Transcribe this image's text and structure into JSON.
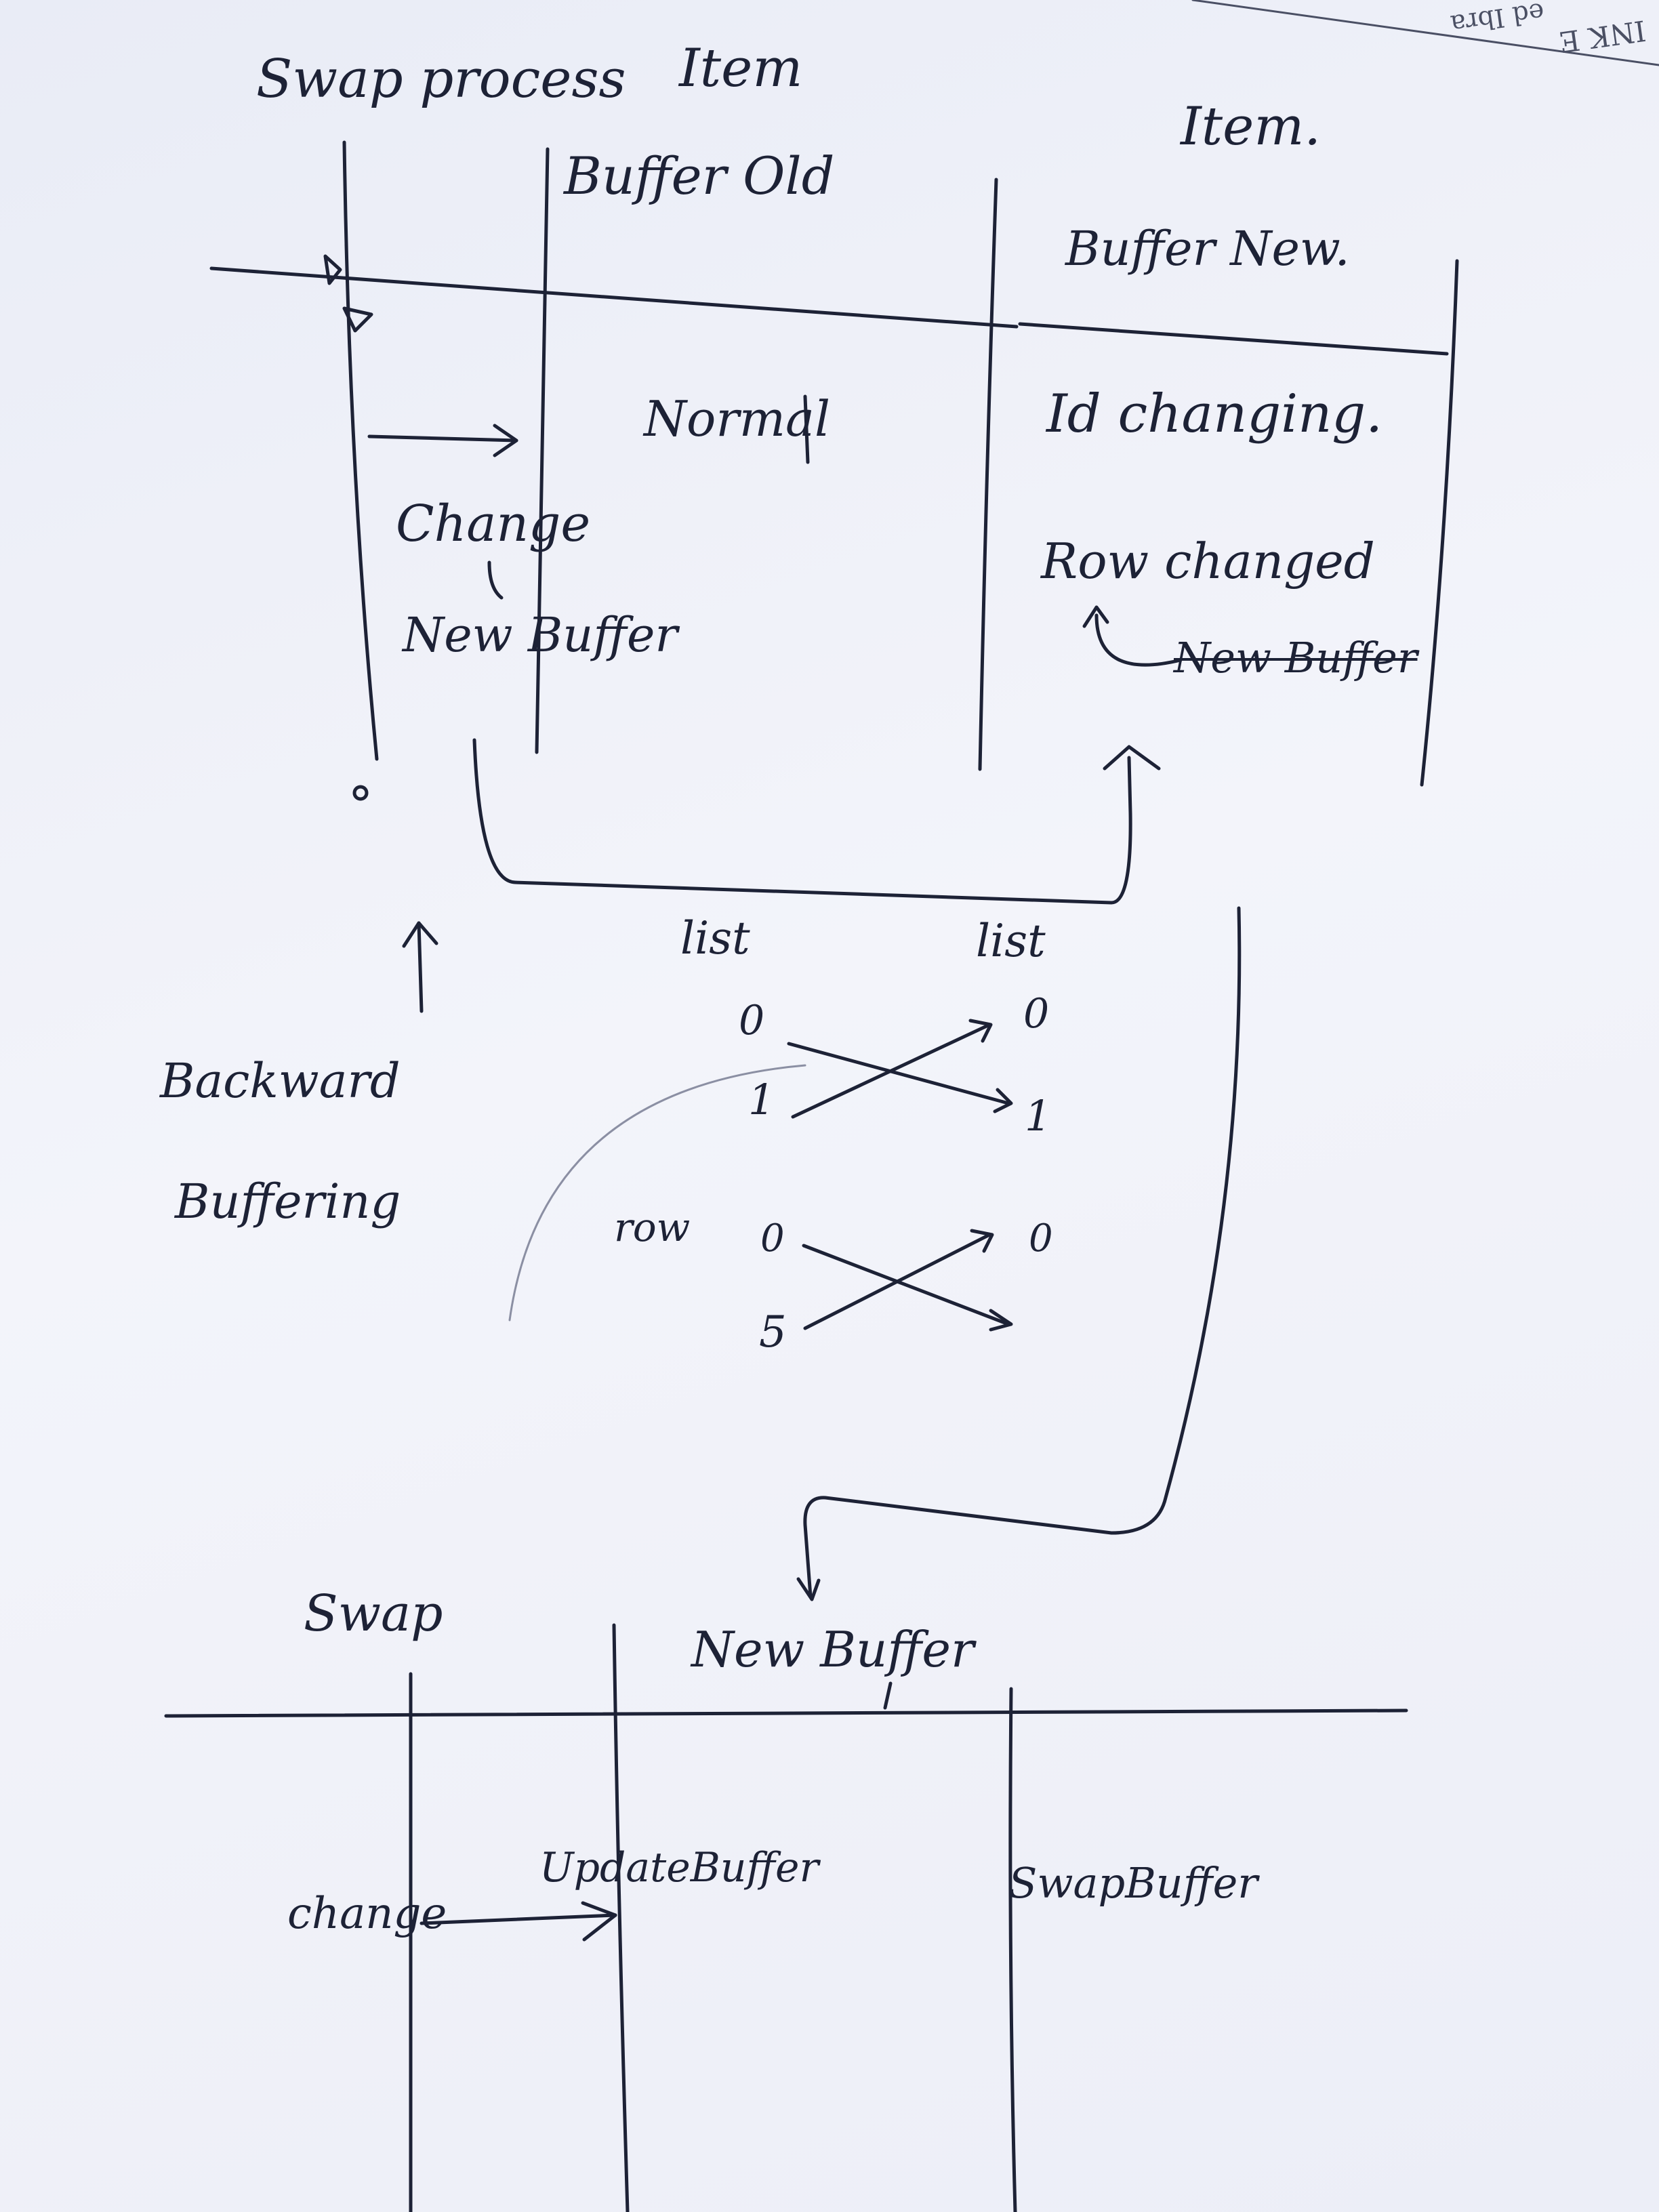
{
  "top_section": {
    "title": "Swap process",
    "item_left": "Item",
    "item_right": "Item.",
    "buffer_old": "Buffer Old",
    "buffer_new": "Buffer New.",
    "normal": "Normal",
    "change": "Change",
    "new_buffer_left": "New Buffer",
    "id_changing": "Id changing.",
    "row_changed": "Row changed",
    "new_buffer_struck": "New Buffer"
  },
  "middle_section": {
    "list_left": "list",
    "list_right": "list",
    "row_label": "row",
    "backward": "Backward",
    "buffering": "Buffering",
    "list_values_left": [
      "0",
      "1"
    ],
    "list_values_right": [
      "0",
      "1"
    ],
    "row_values_left": [
      "0",
      "5"
    ],
    "row_values_right": [
      "0"
    ]
  },
  "bottom_section": {
    "swap": "Swap",
    "new_buffer": "New Buffer",
    "change": "change",
    "update_buffer": "UpdateBuffer",
    "swap_buffer": "SwapBuffer"
  },
  "corner": {
    "text_1": "ed Ibra",
    "text_2": "INK E"
  }
}
